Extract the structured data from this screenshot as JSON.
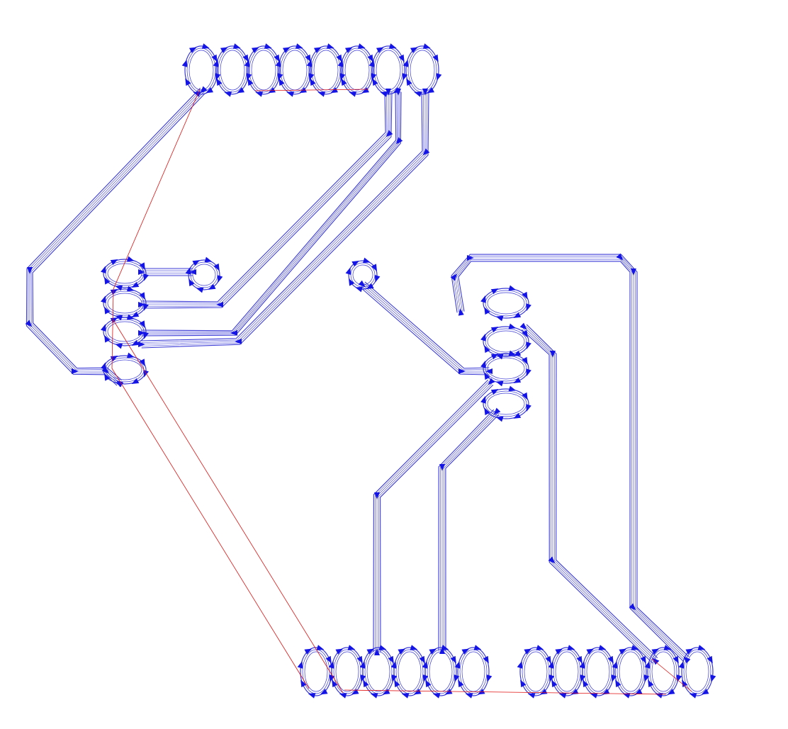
{
  "view": {
    "type": "pcb-toolpath-preview",
    "trace_color": "#3a3ad6",
    "arrow_color": "#1414e6",
    "rapid_move_color": "#e01010",
    "background_color": "#ffffff",
    "text_labels": []
  },
  "components": [
    {
      "name": "top-connector",
      "kind": "pin-header",
      "pin_count": 8
    },
    {
      "name": "left-header",
      "kind": "pin-header",
      "pin_count": 4
    },
    {
      "name": "left-single-pad",
      "kind": "pad",
      "pin_count": 1
    },
    {
      "name": "middle-single-pad",
      "kind": "pad",
      "pin_count": 1
    },
    {
      "name": "right-header",
      "kind": "pin-header",
      "pin_count": 4
    },
    {
      "name": "bottom-left-connector",
      "kind": "pin-header",
      "pin_count": 6
    },
    {
      "name": "bottom-right-connector",
      "kind": "pin-header",
      "pin_count": 6
    }
  ]
}
